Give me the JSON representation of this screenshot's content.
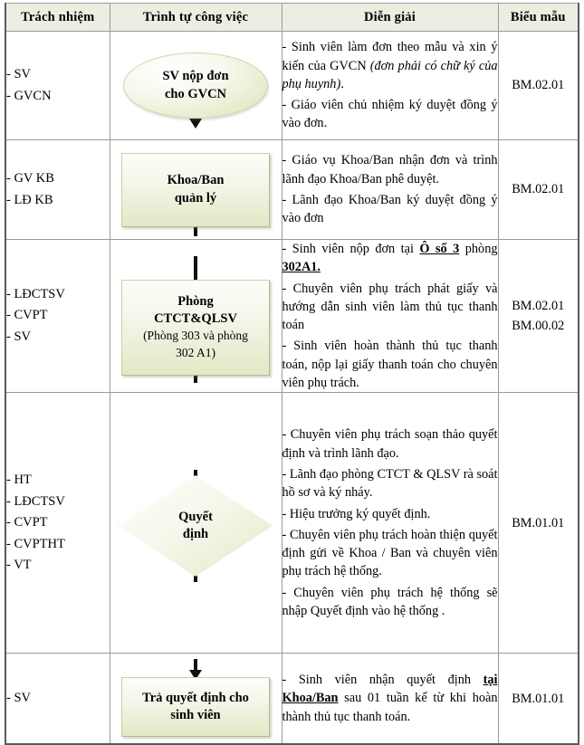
{
  "table": {
    "headers": [
      "Trách nhiệm",
      "Trình tự công việc",
      "Diễn giải",
      "Biểu mẫu"
    ],
    "rows": [
      {
        "responsibilities": [
          "- SV",
          "- GVCN"
        ],
        "shape": {
          "type": "oval",
          "label_line1": "SV nộp đơn",
          "label_line2": "cho GVCN"
        },
        "description": [
          {
            "segments": [
              {
                "text": "- Sinh viên làm đơn theo mẫu và xin ý kiến của GVCN ",
                "style": "normal"
              },
              {
                "text": "(đơn phải có chữ ký của phụ huynh)",
                "style": "italic"
              },
              {
                "text": ".",
                "style": "normal"
              }
            ]
          },
          {
            "segments": [
              {
                "text": "- Giáo viên chủ nhiệm ký duyệt đồng ý vào đơn.",
                "style": "normal"
              }
            ]
          }
        ],
        "forms": [
          "BM.02.01"
        ]
      },
      {
        "responsibilities": [
          "- GV KB",
          "- LĐ KB"
        ],
        "shape": {
          "type": "box",
          "label_line1": "Khoa/Ban",
          "label_line2": "quản lý"
        },
        "description": [
          {
            "segments": [
              {
                "text": "- Giáo vụ Khoa/Ban nhận đơn và trình lãnh đạo Khoa/Ban phê duyệt.",
                "style": "normal"
              }
            ]
          },
          {
            "segments": [
              {
                "text": "- Lãnh đạo Khoa/Ban ký duyệt đồng ý vào đơn",
                "style": "normal"
              }
            ]
          }
        ],
        "forms": [
          "BM.02.01"
        ]
      },
      {
        "responsibilities": [
          "- LĐCTSV",
          "- CVPT",
          "- SV"
        ],
        "shape": {
          "type": "box",
          "label_line1": "Phòng",
          "label_line2": "CTCT&QLSV",
          "sub_line1": "(Phòng 303 và phòng",
          "sub_line2": "302 A1)"
        },
        "description": [
          {
            "segments": [
              {
                "text": "- Sinh viên nộp đơn tại ",
                "style": "normal"
              },
              {
                "text": "Ô số 3",
                "style": "bold-underline"
              },
              {
                "text": " phòng ",
                "style": "normal"
              },
              {
                "text": "302A1.",
                "style": "bold-underline"
              }
            ]
          },
          {
            "segments": [
              {
                "text": "- Chuyên viên phụ trách phát giấy và hướng dẫn sinh viên làm thủ tục thanh toán",
                "style": "normal"
              }
            ]
          },
          {
            "segments": [
              {
                "text": "- Sinh viên hoàn thành thủ tục thanh toán, nộp lại giấy thanh toán cho chuyên viên phụ trách.",
                "style": "normal"
              }
            ]
          }
        ],
        "forms": [
          "BM.02.01",
          "BM.00.02"
        ]
      },
      {
        "responsibilities": [
          "- HT",
          "- LĐCTSV",
          "- CVPT",
          "- CVPTHT",
          "- VT"
        ],
        "shape": {
          "type": "diamond",
          "label_line1": "Quyết",
          "label_line2": "định"
        },
        "description": [
          {
            "segments": [
              {
                "text": "- Chuyên viên phụ trách soạn thảo quyết định và trình lãnh đạo.",
                "style": "normal"
              }
            ]
          },
          {
            "segments": [
              {
                "text": "- Lãnh đạo phòng CTCT & QLSV rà soát hồ sơ và ký nháy.",
                "style": "normal"
              }
            ]
          },
          {
            "segments": [
              {
                "text": "- Hiệu trưởng ký quyết định.",
                "style": "normal"
              }
            ]
          },
          {
            "segments": [
              {
                "text": "- Chuyên viên phụ trách hoàn thiện quyết định gửi về Khoa / Ban và chuyên viên phụ trách hệ thống.",
                "style": "normal"
              }
            ]
          },
          {
            "segments": [
              {
                "text": "- Chuyên viên phụ trách hệ thống sẽ nhập Quyết định vào hệ thống .",
                "style": "normal"
              }
            ]
          }
        ],
        "forms": [
          "BM.01.01"
        ]
      },
      {
        "responsibilities": [
          "- SV"
        ],
        "shape": {
          "type": "box",
          "label_line1": "Trả quyết định cho",
          "label_line2": "sinh viên"
        },
        "description": [
          {
            "segments": [
              {
                "text": "- Sinh viên nhận quyết định ",
                "style": "normal"
              },
              {
                "text": "tại Khoa/Ban",
                "style": "bold-underline"
              },
              {
                "text": " sau 01 tuần kể từ khi hoàn thành thủ tục thanh toán.",
                "style": "normal"
              }
            ]
          }
        ],
        "forms": [
          "BM.01.01"
        ]
      }
    ]
  },
  "colors": {
    "header_background": "#EDEEE1",
    "shape_fill_light": "#FDFDFA",
    "shape_fill_dark": "#E2E8C6",
    "shape_border": "#C9CFA6",
    "grid_line": "#9A9A9A",
    "outer_border": "#5A5A5A",
    "arrow": "#111111",
    "text": "#000000"
  }
}
